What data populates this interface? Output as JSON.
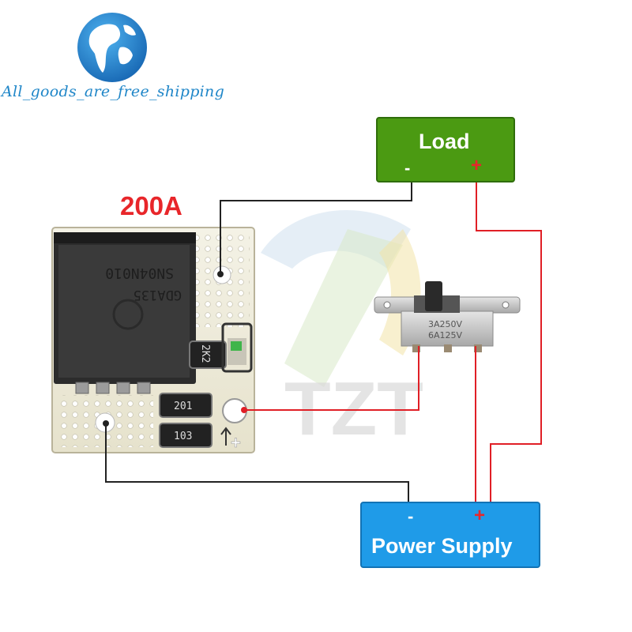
{
  "logo": {
    "text": "All_goods_are_free_shipping",
    "icon": "globe-icon"
  },
  "module": {
    "current_rating": "200A",
    "mosfet_marking_line1": "SN04N010",
    "mosfet_marking_line2": "GDA135",
    "resistor_1": "2K2",
    "resistor_2": "201",
    "resistor_3": "103",
    "polarity_plus": "+"
  },
  "switch": {
    "rating_line1": "3A250V",
    "rating_line2": "6A125V"
  },
  "load": {
    "label": "Load",
    "minus": "-",
    "plus": "+"
  },
  "power_supply": {
    "label": "Power Supply",
    "minus": "-",
    "plus": "+"
  },
  "watermark": {
    "text": "TZT"
  },
  "colors": {
    "wire_black": "#222222",
    "wire_red": "#e01f26",
    "load_green": "#4b9a12",
    "supply_blue": "#1f9be8",
    "title_red": "#e8262a",
    "logo_blue": "#1f86c8"
  }
}
